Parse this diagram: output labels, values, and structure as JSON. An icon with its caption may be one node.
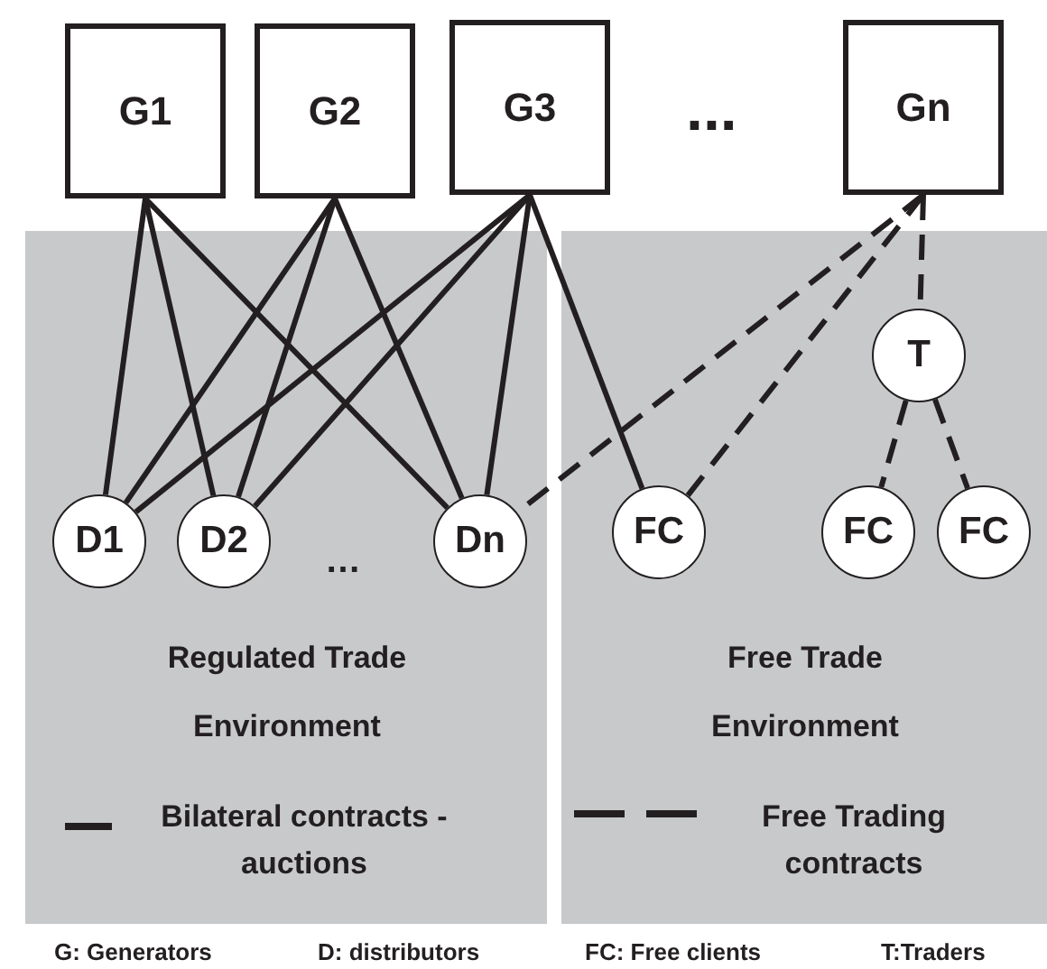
{
  "diagram": {
    "nodes": [
      {
        "text": [
          "G1"
        ]
      },
      {
        "text": [
          "G2"
        ]
      },
      {
        "text": [
          "G3"
        ]
      },
      {
        "text": [
          "Gn"
        ]
      },
      {
        "text": [
          "Regulated Trade Environment"
        ]
      },
      {
        "text": [
          "D1"
        ],
        "in": 4
      },
      {
        "text": [
          "D2"
        ],
        "in": 4
      },
      {
        "text": [
          "Dn"
        ],
        "in": 4
      },
      {
        "text": [
          "Free Trade Environment"
        ]
      },
      {
        "text": [
          "T"
        ],
        "in": 8
      },
      {
        "text": [
          "FC"
        ],
        "in": 8
      },
      {
        "text": [
          "FC"
        ],
        "in": 8
      },
      {
        "text": [
          "FC"
        ],
        "in": 8
      }
    ],
    "edges": [
      {
        "from": 0,
        "to": 5,
        "arrow": "none"
      },
      {
        "from": 0,
        "to": 6,
        "arrow": "none"
      },
      {
        "from": 0,
        "to": 7,
        "arrow": "none"
      },
      {
        "from": 1,
        "to": 5,
        "arrow": "none"
      },
      {
        "from": 1,
        "to": 6,
        "arrow": "none"
      },
      {
        "from": 1,
        "to": 7,
        "arrow": "none"
      },
      {
        "from": 2,
        "to": 5,
        "arrow": "none"
      },
      {
        "from": 2,
        "to": 6,
        "arrow": "none"
      },
      {
        "from": 2,
        "to": 7,
        "arrow": "none"
      },
      {
        "from": 2,
        "to": 10,
        "arrow": "none"
      },
      {
        "from": 3,
        "to": 7,
        "arrow": "none",
        "style": "dashed"
      },
      {
        "from": 3,
        "to": 10,
        "arrow": "none",
        "style": "dashed"
      },
      {
        "from": 3,
        "to": 9,
        "arrow": "none",
        "style": "dashed"
      },
      {
        "from": 9,
        "to": 11,
        "arrow": "none",
        "style": "dashed"
      },
      {
        "from": 9,
        "to": 12,
        "arrow": "none",
        "style": "dashed"
      }
    ],
    "labels": [
      "...",
      "…",
      "G: Generators",
      "D: distributors",
      "FC: Free clients",
      "T:Traders"
    ],
    "legend": [
      {
        "text": "Bilateral contracts - auctions"
      },
      {
        "text": "Free Trading contracts"
      }
    ]
  }
}
